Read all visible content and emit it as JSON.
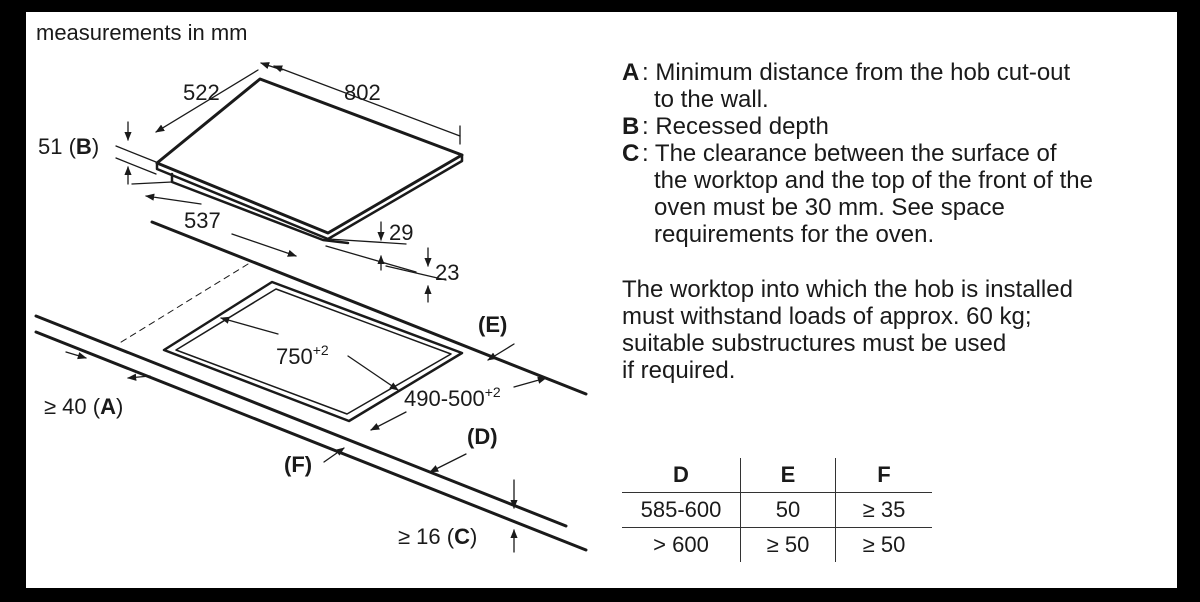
{
  "heading": "measurements in mm",
  "diagram": {
    "hob_width": "522",
    "hob_depth": "802",
    "recess": {
      "value": "51 (",
      "key": "B",
      "close": ")"
    },
    "base_width": "537",
    "height_29": "29",
    "height_23": "23",
    "cutout_length": {
      "value": "750",
      "sup": "+2"
    },
    "cutout_depth": {
      "value": "490-500",
      "sup": "+2"
    },
    "label_e": "(E)",
    "label_d": "(D)",
    "label_f": "(F)",
    "wall_distance": {
      "value": "≥ 40 (",
      "key": "A",
      "close": ")"
    },
    "clearance": {
      "value": "≥ 16 (",
      "key": "C",
      "close": ")"
    }
  },
  "legend": {
    "definitions": [
      {
        "key": "A",
        "lines": [
          ": Minimum distance from the hob cut-out",
          "to the wall."
        ]
      },
      {
        "key": "B",
        "lines": [
          ": Recessed depth"
        ]
      },
      {
        "key": "C",
        "lines": [
          ": The clearance between the surface of",
          "the worktop and the top of the front of the",
          "oven must be 30 mm. See space",
          "requirements for the oven."
        ]
      }
    ],
    "note": [
      "The worktop into which the hob is installed",
      "must withstand loads of approx. 60 kg;",
      "suitable substructures must be used",
      "if required."
    ]
  },
  "table": {
    "headers": [
      "D",
      "E",
      "F"
    ],
    "rows": [
      [
        "585-600",
        "50",
        "≥ 35"
      ],
      [
        "> 600",
        "≥ 50",
        "≥ 50"
      ]
    ]
  }
}
